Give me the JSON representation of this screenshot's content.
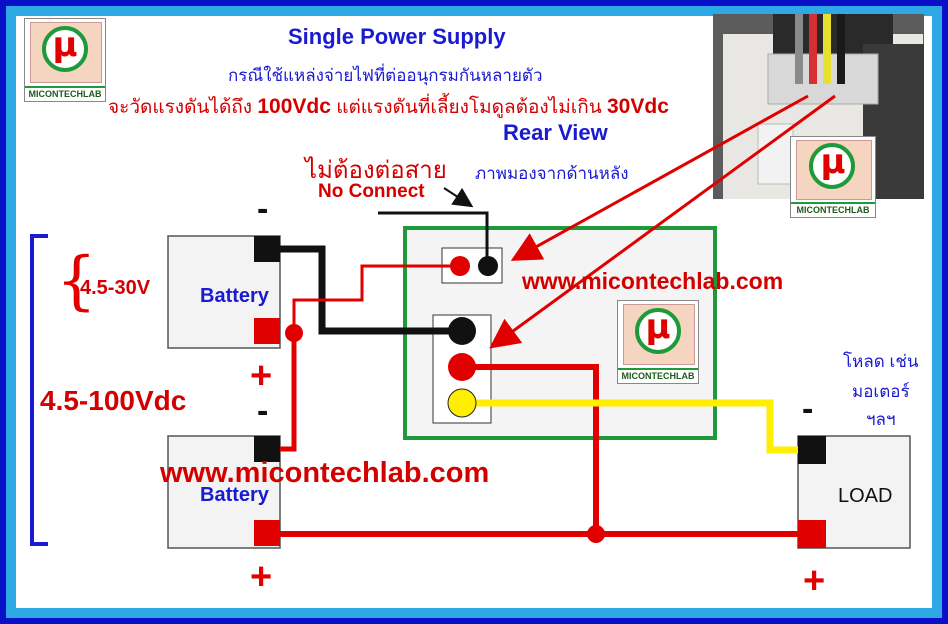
{
  "title": "Single Power Supply",
  "subtitle_thai_1": "กรณีใช้แหล่งจ่ายไฟที่ต่ออนุกรมกันหลายตัว",
  "subtitle_thai_2_a": "จะวัดแรงดันได้ถึง ",
  "subtitle_thai_2_b": "100Vdc",
  "subtitle_thai_2_c": " แต่แรงดันที่เลี้ยงโมดูลต้องไม่เกิน ",
  "subtitle_thai_2_d": "30Vdc",
  "rear_view": "Rear View",
  "no_connect_thai": "ไม่ต้องต่อสาย",
  "rear_view_thai": "ภาพมองจากด้านหลัง",
  "no_connect": "No Connect",
  "website_1": "www.micontechlab.com",
  "website_2": "www.micontechlab.com",
  "voltage_range_battery": "4.5-30V",
  "voltage_range_total": "4.5-100Vdc",
  "battery_top_label": "Battery",
  "battery_bottom_label": "Battery",
  "load_label": "LOAD",
  "load_thai_1": "โหลด เช่น",
  "load_thai_2": "มอเตอร์",
  "load_thai_3": "ฯลฯ",
  "logo_symbol": "μ",
  "logo_caption": "MICONTECHLAB",
  "signs": {
    "minus": "-",
    "plus": "+"
  },
  "colors": {
    "frame_outer": "#0a10c8",
    "frame_fill": "#2fa8e6",
    "title": "#1a1ad0",
    "accent_red": "#e00000",
    "wire_black": "#111111",
    "wire_yellow": "#ffee00",
    "module_border": "#1e9a3a"
  }
}
